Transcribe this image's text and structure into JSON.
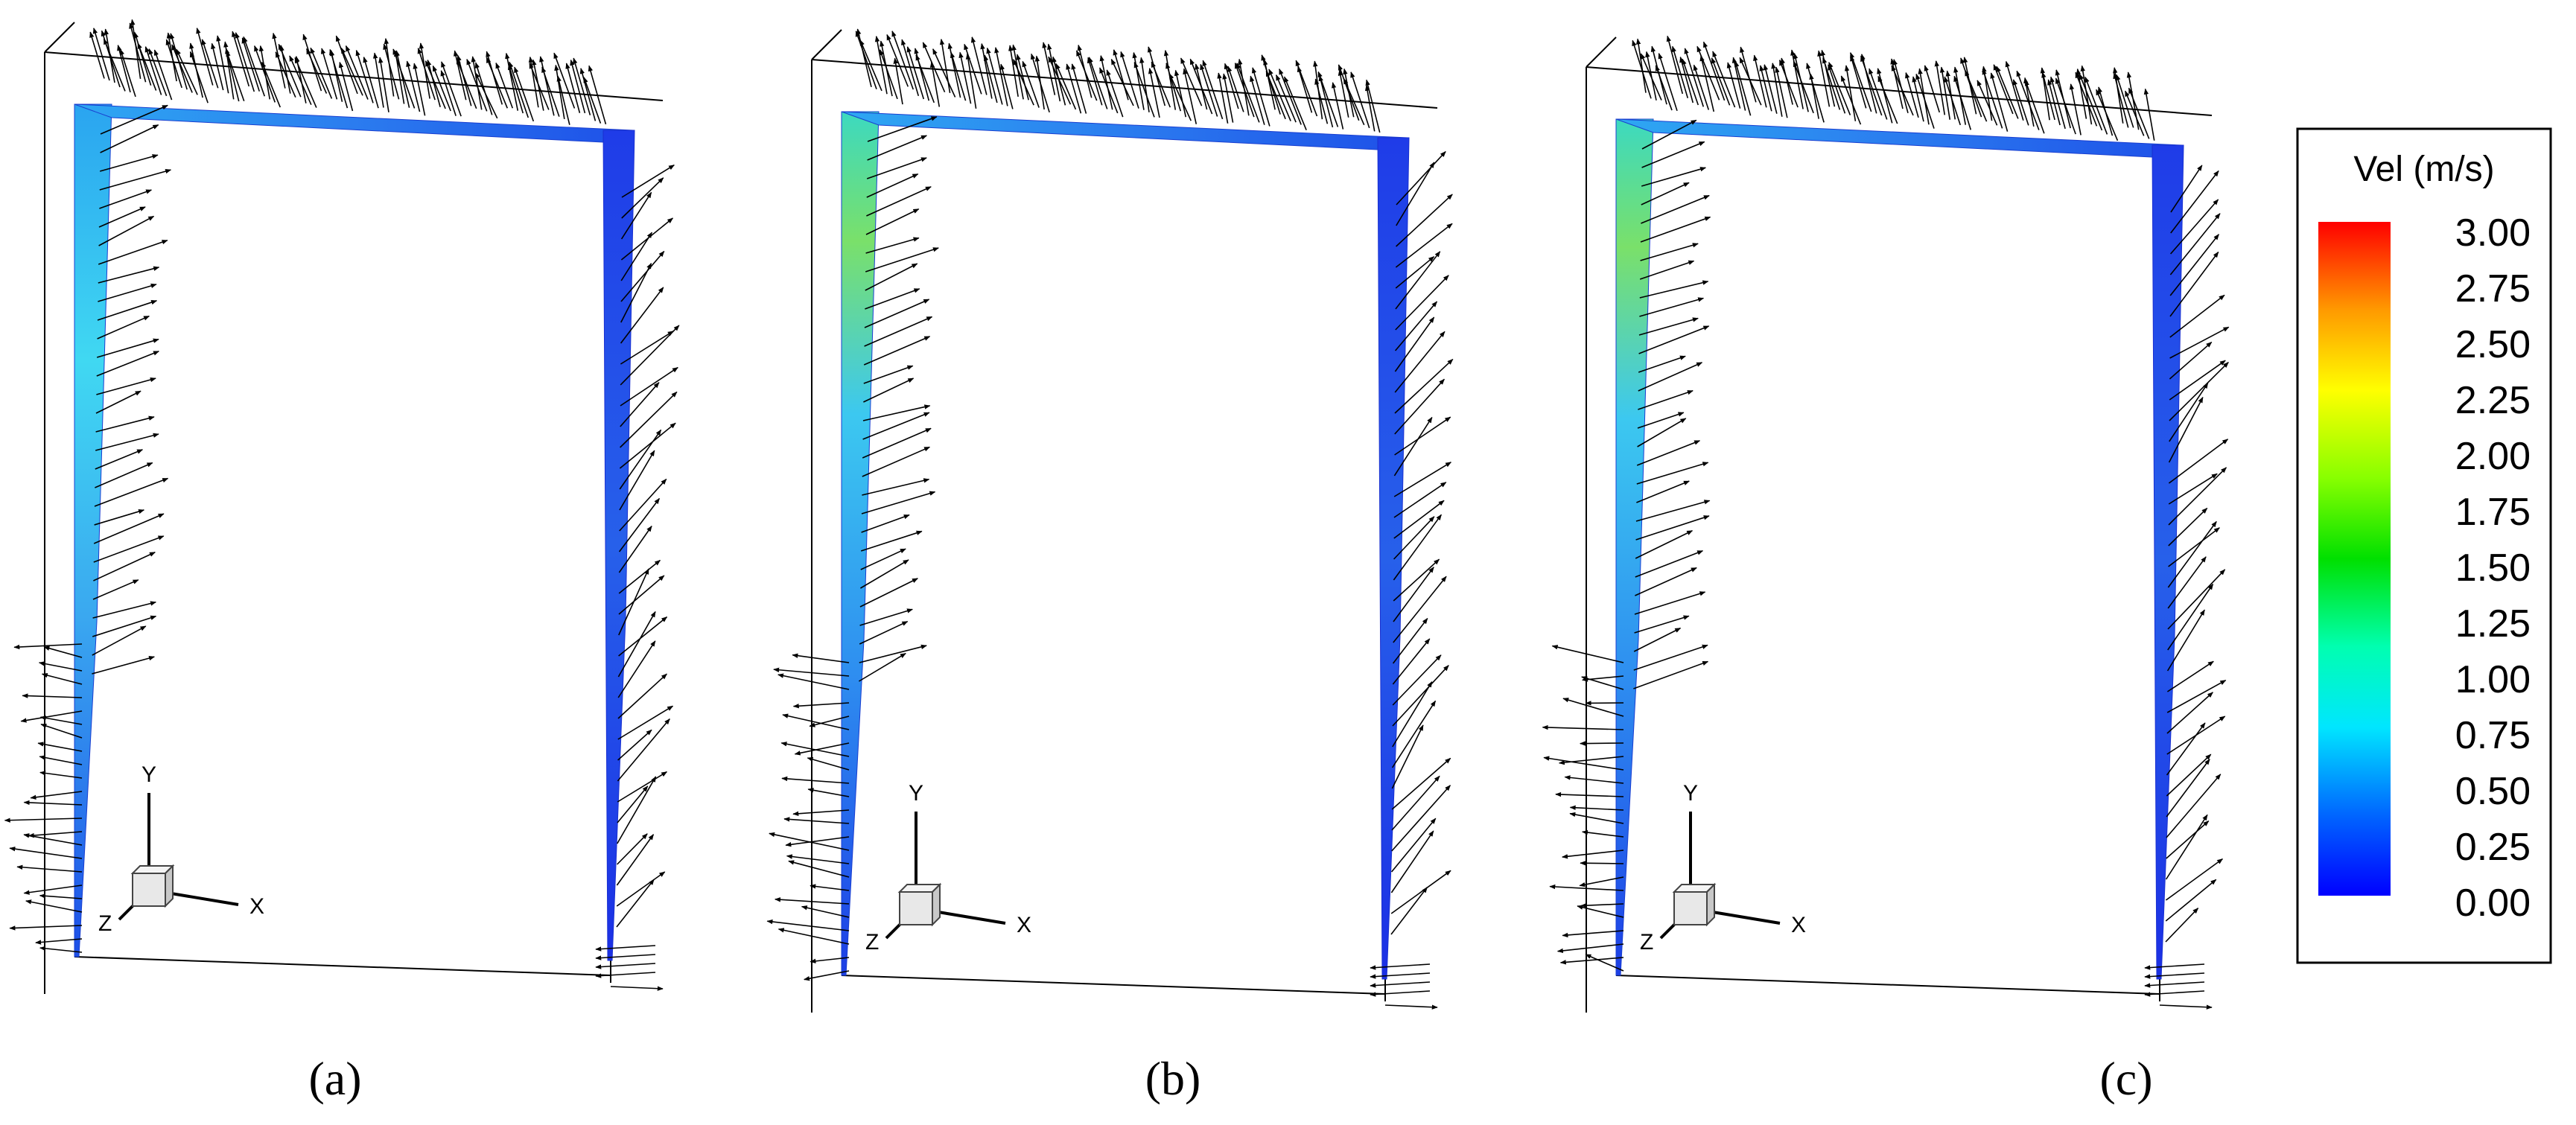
{
  "panels": [
    {
      "label": "(a)",
      "variant": "a"
    },
    {
      "label": "(b)",
      "variant": "b"
    },
    {
      "label": "(c)",
      "variant": "c"
    }
  ],
  "axes": {
    "x": "X",
    "y": "Y",
    "z": "Z"
  },
  "legend": {
    "title": "Vel (m/s)",
    "ticks": [
      "3.00",
      "2.75",
      "2.50",
      "2.25",
      "2.00",
      "1.75",
      "1.50",
      "1.25",
      "1.00",
      "0.75",
      "0.50",
      "0.25",
      "0.00"
    ],
    "min": 0,
    "max": 3,
    "colors": [
      "#0000ff",
      "#00a6ff",
      "#00ffff",
      "#00ff66",
      "#00d400",
      "#aaff00",
      "#ffff00",
      "#ff9900",
      "#ff0000"
    ]
  },
  "colors": {
    "arrow": "#000000",
    "outline": "#000000",
    "frame_blue": "#1f6fe8",
    "frame_light": "#38c7f0"
  }
}
